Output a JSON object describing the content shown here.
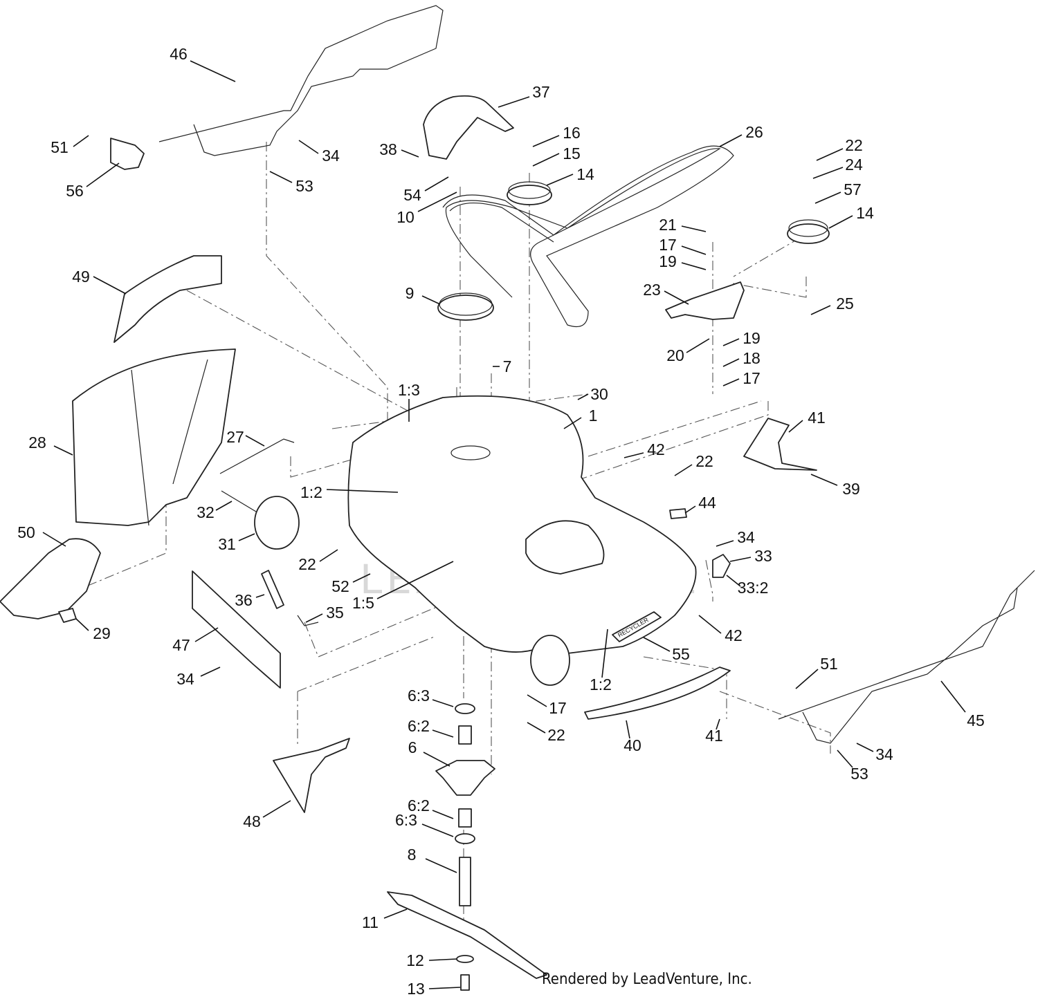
{
  "watermark": "LEADVENTURE",
  "credit": "Rendered by LeadVenture, Inc.",
  "deck_label": "RECYCLER",
  "callouts": [
    {
      "label": "46"
    },
    {
      "label": "37"
    },
    {
      "label": "16"
    },
    {
      "label": "26"
    },
    {
      "label": "22"
    },
    {
      "label": "51"
    },
    {
      "label": "34"
    },
    {
      "label": "38"
    },
    {
      "label": "15"
    },
    {
      "label": "24"
    },
    {
      "label": "14"
    },
    {
      "label": "54"
    },
    {
      "label": "56"
    },
    {
      "label": "53"
    },
    {
      "label": "57"
    },
    {
      "label": "10"
    },
    {
      "label": "14"
    },
    {
      "label": "21"
    },
    {
      "label": "17"
    },
    {
      "label": "19"
    },
    {
      "label": "49"
    },
    {
      "label": "9"
    },
    {
      "label": "23"
    },
    {
      "label": "25"
    },
    {
      "label": "19"
    },
    {
      "label": "20"
    },
    {
      "label": "18"
    },
    {
      "label": "7"
    },
    {
      "label": "17"
    },
    {
      "label": "1:3"
    },
    {
      "label": "30"
    },
    {
      "label": "1"
    },
    {
      "label": "41"
    },
    {
      "label": "28"
    },
    {
      "label": "27"
    },
    {
      "label": "42"
    },
    {
      "label": "22"
    },
    {
      "label": "39"
    },
    {
      "label": "1:2"
    },
    {
      "label": "44"
    },
    {
      "label": "32"
    },
    {
      "label": "50"
    },
    {
      "label": "31"
    },
    {
      "label": "34"
    },
    {
      "label": "33"
    },
    {
      "label": "22"
    },
    {
      "label": "52"
    },
    {
      "label": "33:2"
    },
    {
      "label": "36"
    },
    {
      "label": "1:5"
    },
    {
      "label": "35"
    },
    {
      "label": "29"
    },
    {
      "label": "42"
    },
    {
      "label": "47"
    },
    {
      "label": "55"
    },
    {
      "label": "34"
    },
    {
      "label": "1:2"
    },
    {
      "label": "51"
    },
    {
      "label": "6:3"
    },
    {
      "label": "17"
    },
    {
      "label": "45"
    },
    {
      "label": "6:2"
    },
    {
      "label": "22"
    },
    {
      "label": "40"
    },
    {
      "label": "41"
    },
    {
      "label": "6"
    },
    {
      "label": "34"
    },
    {
      "label": "53"
    },
    {
      "label": "48"
    },
    {
      "label": "6:2"
    },
    {
      "label": "6:3"
    },
    {
      "label": "8"
    },
    {
      "label": "11"
    },
    {
      "label": "12"
    },
    {
      "label": "13"
    }
  ]
}
